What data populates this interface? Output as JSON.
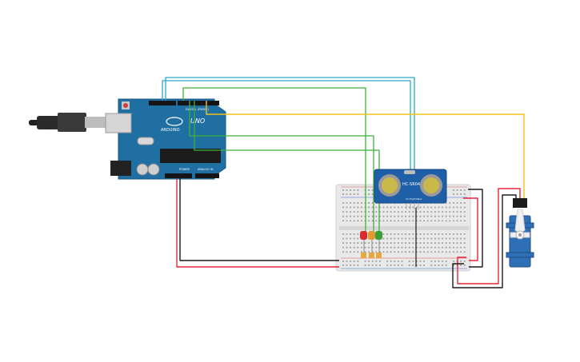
{
  "arduino": {
    "brand": "ARDUINO",
    "model": "UNO",
    "section_power": "POWER",
    "section_analog": "ANALOG IN",
    "section_digital": "DIGITAL (PWM~)"
  },
  "sensor": {
    "model": "HC-SR04",
    "pins": [
      "Vcc",
      "Trig",
      "Echo",
      "Gnd"
    ]
  },
  "colors": {
    "board_blue": "#1f6fa3",
    "breadboard": "#e9e9e9",
    "wire_red": "#e32636",
    "wire_black": "#1a1a1a",
    "wire_green": "#3bb23b",
    "wire_teal": "#2aa7c9",
    "wire_yellow": "#f2c21a",
    "led_red": "#d92b2b",
    "led_orange": "#e39b2f",
    "led_green": "#3a9d3a",
    "servo_blue": "#2f6fb6"
  },
  "components": [
    {
      "name": "usb-cable",
      "label": "USB cable"
    },
    {
      "name": "arduino-uno",
      "label": "Arduino Uno"
    },
    {
      "name": "breadboard",
      "label": "Breadboard"
    },
    {
      "name": "ultrasonic-sensor",
      "label": "Ultrasonic sensor"
    },
    {
      "name": "led",
      "label": "LED"
    },
    {
      "name": "servo",
      "label": "Servo"
    }
  ]
}
